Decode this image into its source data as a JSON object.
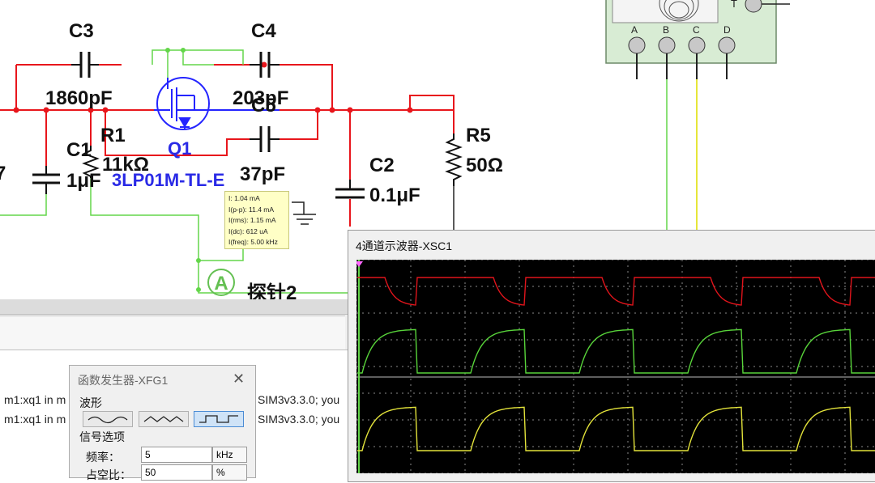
{
  "schematic": {
    "components": {
      "c3_name": "C3",
      "c3_value": "1860pF",
      "c4_name": "C4",
      "c4_value": "203pF",
      "c5_name": "C5",
      "c5_value": "37pF",
      "r1_name": "R1",
      "r1_value": "11kΩ",
      "c1_name": "C1",
      "c1_value": "1μF",
      "q1_name": "Q1",
      "q1_part": "3LP01M-TL-E",
      "c2_name": "C2",
      "c2_value": "0.1μF",
      "r5_name": "R5",
      "r5_value": "50Ω",
      "probe_circle": "A",
      "probe_label": "探针2",
      "left_cut": "7"
    },
    "scope_block": {
      "channels": [
        "A",
        "B",
        "C",
        "D"
      ],
      "trigger": "T"
    },
    "probe_readout": [
      "I: 1.04 mA",
      "I(p-p): 11.4 mA",
      "I(rms): 1.15 mA",
      "I(dc): 612 uA",
      "I(freq): 5.00 kHz"
    ]
  },
  "log": {
    "lines": [
      {
        "left": "m1:xq1 in m",
        "right": "SIM3v3.3.0; you"
      },
      {
        "left": "m1:xq1 in m",
        "right": "SIM3v3.3.0; you"
      }
    ]
  },
  "function_generator": {
    "title": "函数发生器-XFG1",
    "close": "✕",
    "waveform_label": "波形",
    "options_label": "信号选项",
    "freq_label": "频率：",
    "freq_value": "5",
    "freq_unit": "kHz",
    "duty_label": "占空比：",
    "duty_value": "50",
    "duty_unit": "%",
    "selected_wave": "square"
  },
  "oscilloscope": {
    "title": "4通道示波器-XSC1"
  },
  "colors": {
    "wire_red": "#e8161c",
    "wire_green": "#64d64a",
    "wire_blue": "#2424ff",
    "trace_red": "#e0141b",
    "trace_green": "#58d43a",
    "trace_yellow": "#e2e23a",
    "grid": "#8a8a8a"
  }
}
